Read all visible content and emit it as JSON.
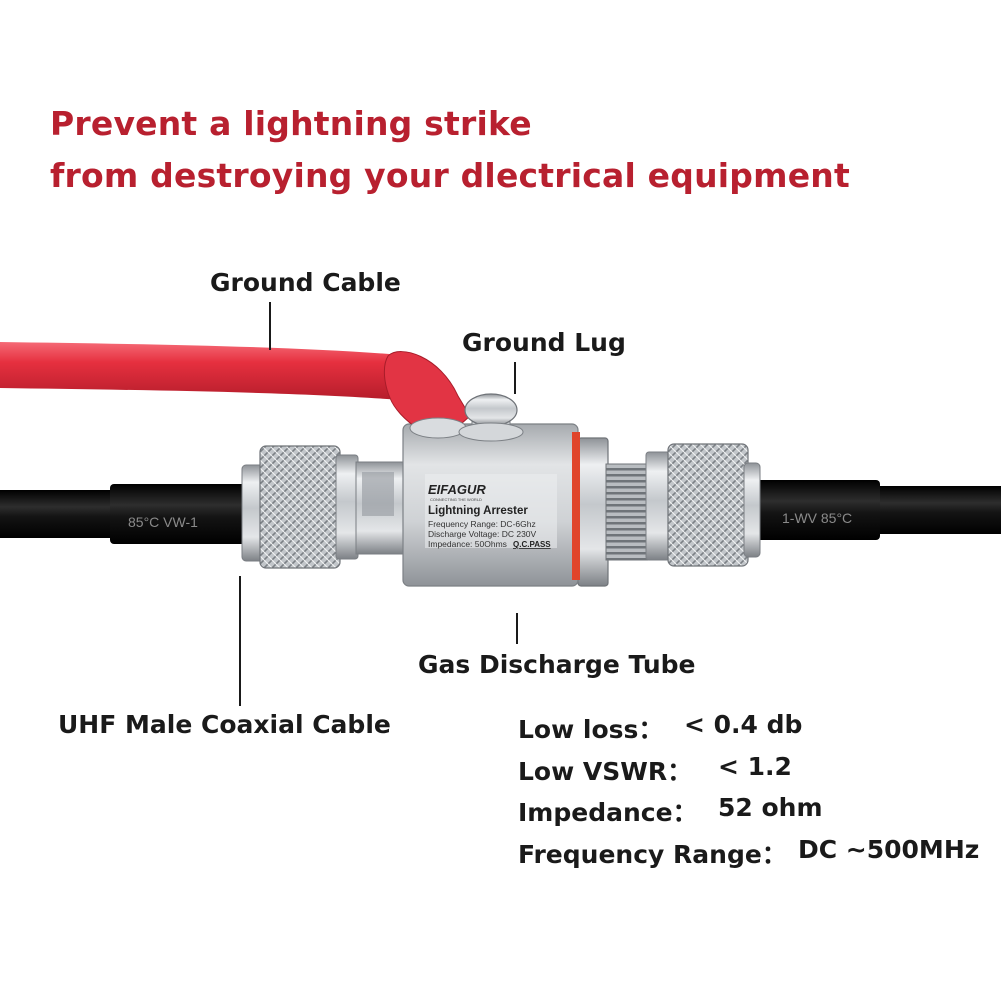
{
  "headline": {
    "line1": "Prevent a lightning strike",
    "line2": "from destroying your dlectrical equipment"
  },
  "callouts": {
    "ground_cable": "Ground Cable",
    "ground_lug": "Ground Lug",
    "gas_discharge_tube": "Gas Discharge Tube",
    "uhf_cable": "UHF Male Coaxial Cable"
  },
  "product_label": {
    "brand": "EIFAGUR",
    "tagline": "CONNECTING THE WORLD",
    "title": "Lightning Arrester",
    "freq_range": "Frequency Range: DC-6Ghz",
    "discharge": "Discharge Voltage: DC 230V",
    "impedance": "Impedance: 50Ohms",
    "qc": "Q.C.PASS"
  },
  "cable_print": {
    "left": "85°C  VW-1",
    "right": "1-WV  85°C"
  },
  "specs": [
    {
      "label": "Low loss：",
      "value": "< 0.4 db"
    },
    {
      "label": "Low VSWR：",
      "value": "< 1.2"
    },
    {
      "label": "Impedance：",
      "value": "52 ohm"
    },
    {
      "label": "Frequency Range：",
      "value": "DC ~500MHz"
    }
  ],
  "colors": {
    "headline": "#b8202f",
    "ground_cable": "#e0303f",
    "coax": "#141414",
    "metal": "#c9ccd0"
  }
}
